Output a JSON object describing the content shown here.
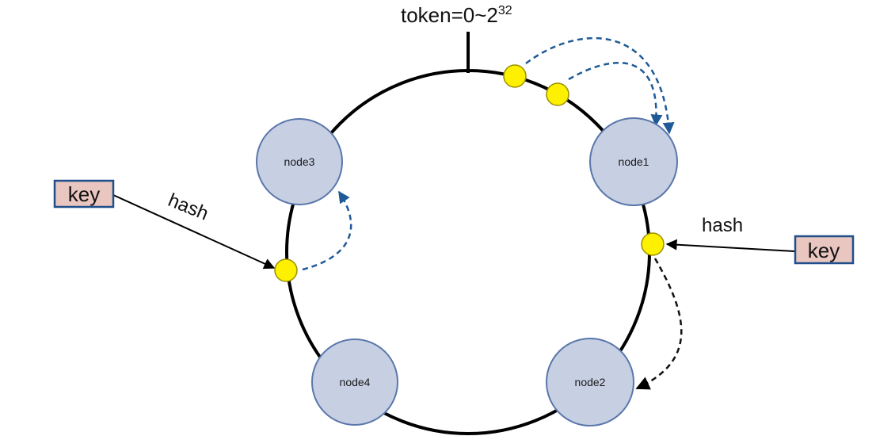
{
  "token": {
    "prefix": "token=0~2",
    "exponent": "32"
  },
  "nodes": [
    {
      "label": "node3"
    },
    {
      "label": "node1"
    },
    {
      "label": "node4"
    },
    {
      "label": "node2"
    }
  ],
  "keys": [
    {
      "label": "key",
      "hash_label": "hash"
    },
    {
      "label": "key",
      "hash_label": "hash"
    }
  ],
  "colors": {
    "ring": "#000000",
    "node_fill": "#c7cfe3",
    "node_stroke": "#5a77ab",
    "point_fill": "#fdf000",
    "point_stroke": "#9a8f00",
    "key_fill": "#e9c6c0",
    "key_stroke": "#1f4e8c",
    "dashed_blue": "#1f5a96",
    "dashed_black": "#111111"
  }
}
